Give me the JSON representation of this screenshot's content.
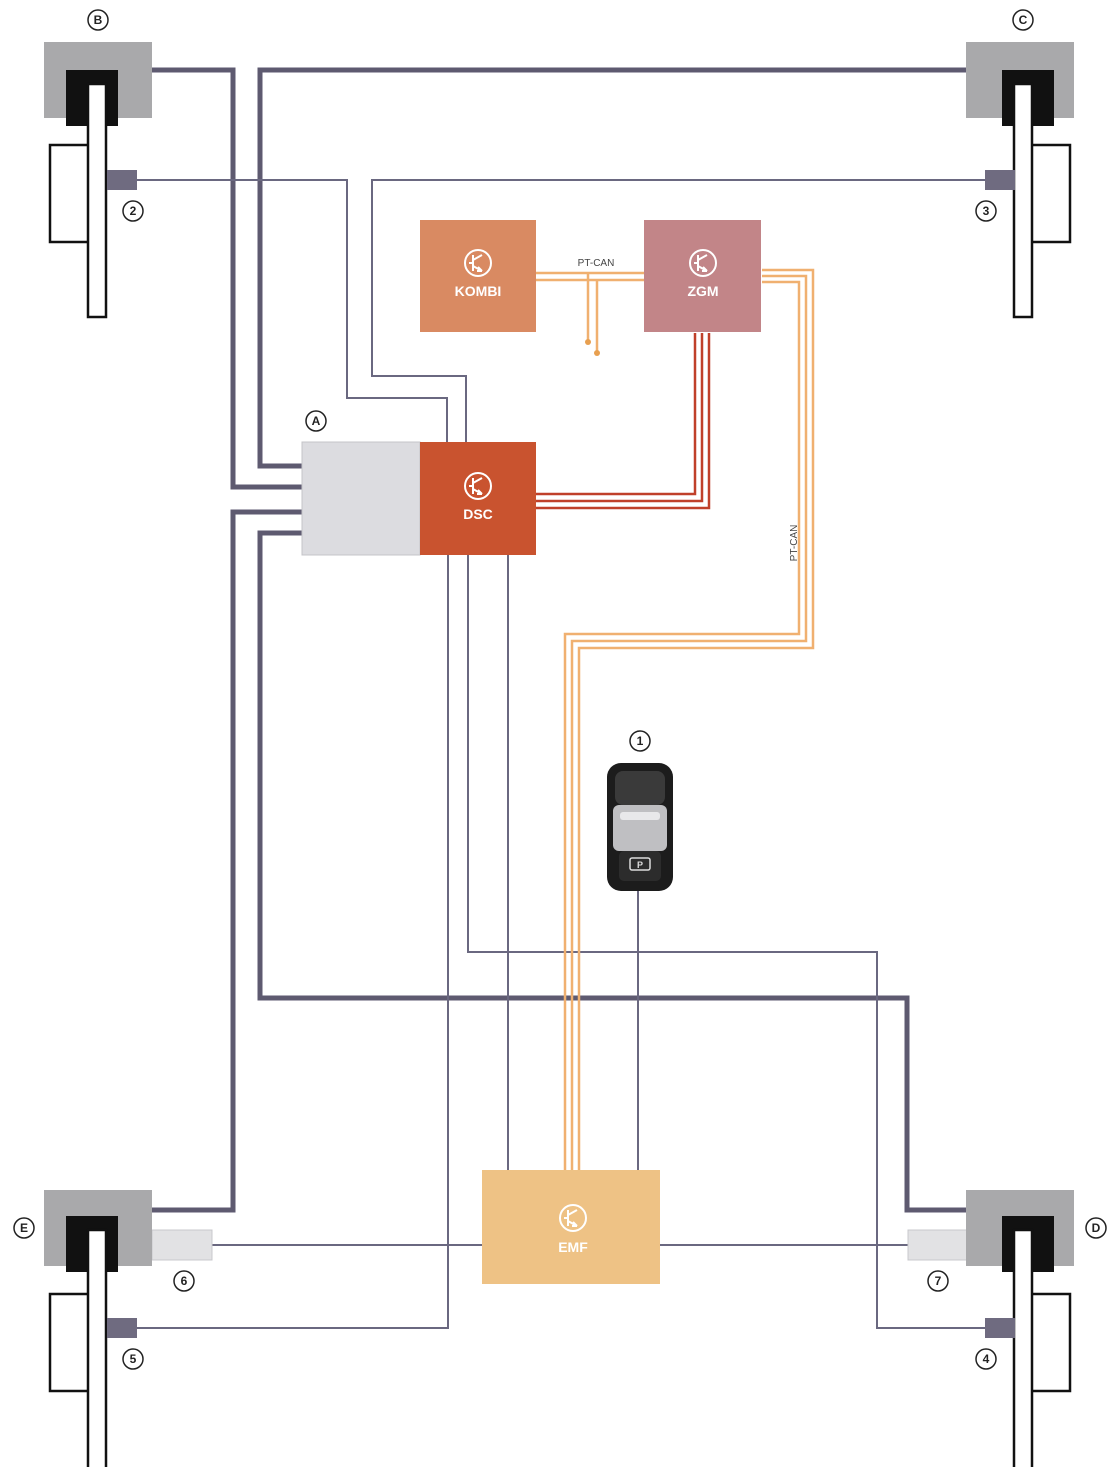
{
  "modules": {
    "kombi": {
      "label": "KOMBI"
    },
    "zgm": {
      "label": "ZGM"
    },
    "dsc": {
      "label": "DSC"
    },
    "emf": {
      "label": "EMF"
    }
  },
  "bus_labels": {
    "pt_can_top": "PT-CAN",
    "pt_can_side": "PT-CAN"
  },
  "callouts": {
    "A": "A",
    "B": "B",
    "C": "C",
    "D": "D",
    "E": "E",
    "n1": "1",
    "n2": "2",
    "n3": "3",
    "n4": "4",
    "n5": "5",
    "n6": "6",
    "n7": "7"
  },
  "colors": {
    "hydraulic_line": "#5e5a70",
    "signal_line": "#6a6880",
    "pt_can": "#f0b070",
    "dsc_link": "#c0402a",
    "kombi": "#d98a62",
    "zgm": "#c28588",
    "dsc": "#c9532f",
    "emf": "#eec285",
    "hydraulic_unit": "#dcdce0",
    "brake_caliper": "#a9a9ab",
    "sensor": "#6f6b80"
  }
}
